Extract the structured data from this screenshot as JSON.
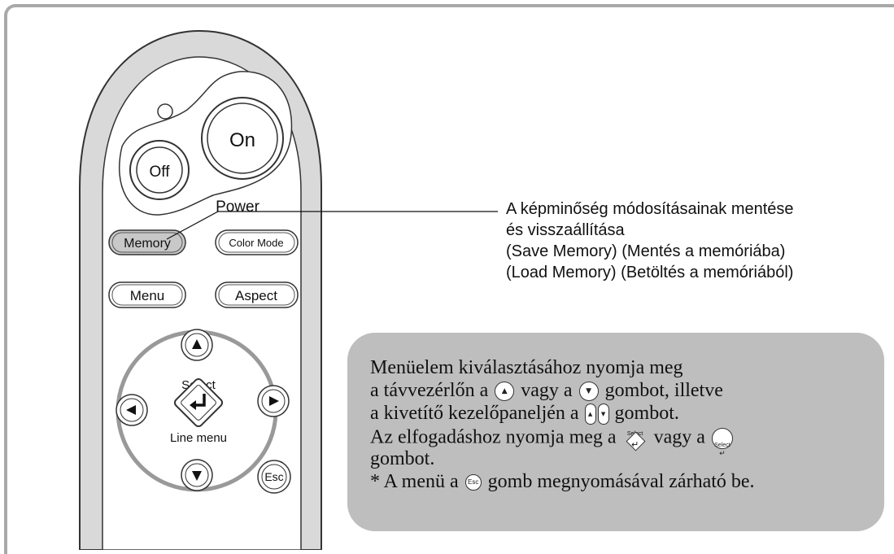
{
  "remote": {
    "on_label": "On",
    "off_label": "Off",
    "power_label": "Power",
    "memory_label": "Memory",
    "color_mode_label": "Color Mode",
    "menu_label": "Menu",
    "aspect_label": "Aspect",
    "select_label": "Select",
    "line_menu_label": "Line menu",
    "esc_label": "Esc"
  },
  "callout": {
    "lines": [
      "A képminőség módosításainak mentése",
      "és visszaállítása",
      "(Save Memory) (Mentés a memóriába)",
      "(Load Memory) (Betöltés a memóriából)"
    ]
  },
  "info": {
    "line1": "Menüelem kiválasztásához nyomja meg",
    "line2_a": "a távvezérlőn a",
    "line2_b": "vagy a",
    "line2_c": "gombot, illetve",
    "line3_a": "a kivetítő kezelőpaneljén a",
    "line3_b": "gombot.",
    "line4_a": "Az elfogadáshoz nyomja meg a",
    "line4_b": "vagy a",
    "line5": "gombot.",
    "line6_a": "* A menü a",
    "line6_b": "gomb megnyomásával zárható be.",
    "icon_select_caption": "Select",
    "icon_select2_caption": "Select",
    "icon_esc_caption": "Esc"
  },
  "colors": {
    "remote_shell": "#d9d9d9",
    "info_box": "#bebebe",
    "memory_button": "#c8c8c8"
  }
}
